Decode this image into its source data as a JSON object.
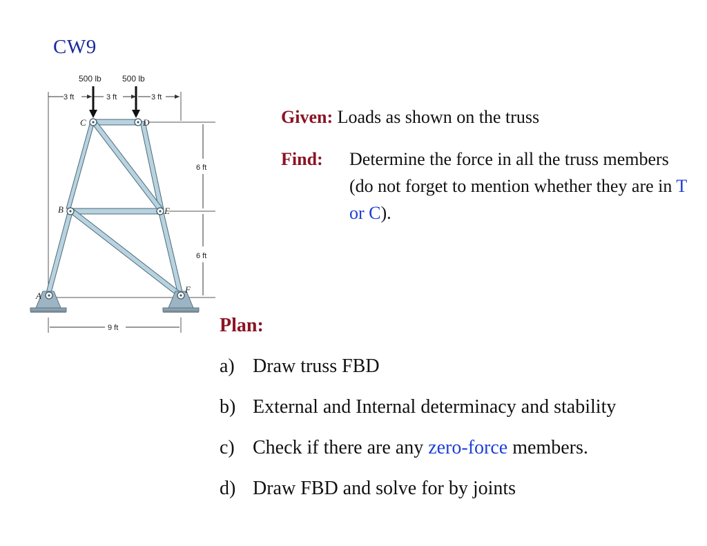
{
  "title": "CW9",
  "figure": {
    "loads": [
      "500 lb",
      "500 lb"
    ],
    "top_spacings": [
      "3 ft",
      "3 ft",
      "3 ft"
    ],
    "heights": [
      "6 ft",
      "6 ft"
    ],
    "base_width": "9 ft",
    "joints": [
      "A",
      "B",
      "C",
      "D",
      "E",
      "F"
    ]
  },
  "given": {
    "label": "Given:",
    "text": "Loads as shown on the truss"
  },
  "find": {
    "label": "Find:",
    "text_before": "Determine the force in all the truss members (do not forget to mention whether they are in ",
    "t": "T",
    "or": "or",
    "c": "C",
    "text_after": ")."
  },
  "plan": {
    "label": "Plan:",
    "items": [
      {
        "letter": "a)",
        "text": "Draw truss FBD"
      },
      {
        "letter": "b)",
        "text": "External and Internal determinacy and stability"
      },
      {
        "letter": "c)",
        "text_before": "Check if there are any ",
        "highlight": "zero-force",
        "text_after": " members."
      },
      {
        "letter": "d)",
        "text": "Draw FBD and solve for by joints"
      }
    ]
  },
  "colors": {
    "title": "#1a2a9c",
    "keyword": "#8b1424",
    "highlight": "#1d3ed6",
    "member": "#b8d3df",
    "support": "#9db4c4"
  }
}
